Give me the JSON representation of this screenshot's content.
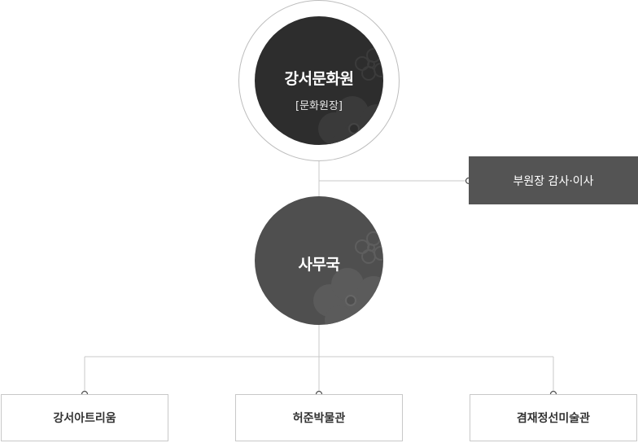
{
  "top": {
    "title": "강서문화원",
    "subtitle": "[문화원장]"
  },
  "side": {
    "label": "부원장 감사·이사"
  },
  "middle": {
    "title": "사무국"
  },
  "departments": [
    {
      "label": "강서아트리움"
    },
    {
      "label": "허준박물관"
    },
    {
      "label": "겸재정선미술관"
    }
  ],
  "colors": {
    "top_circle": "#2d2d2d",
    "mid_circle": "#4f4f4f",
    "side_box": "#545454",
    "line": "#c8c8c8"
  }
}
